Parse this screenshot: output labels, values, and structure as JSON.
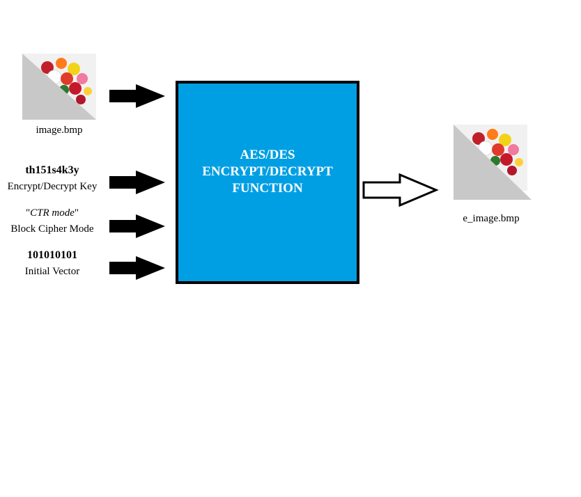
{
  "inputs": {
    "image": {
      "label": "image.bmp"
    },
    "key": {
      "value": "th151s4k3y",
      "label": "Encrypt/Decrypt Key"
    },
    "mode": {
      "value_quote_open": "\"",
      "value": "CTR mode",
      "value_quote_close": "\"",
      "label": "Block Cipher Mode"
    },
    "iv": {
      "value": "101010101",
      "label": "Initial Vector"
    }
  },
  "function_box": {
    "line1": "AES/DES",
    "line2": "ENCRYPT/DECRYPT",
    "line3": "FUNCTION",
    "color": "#009fe3"
  },
  "output": {
    "label": "e_image.bmp"
  },
  "icons": {
    "input_arrow": "filled-right-arrow-icon",
    "output_arrow": "outline-right-arrow-icon",
    "image_thumbnail": "roses-image-icon"
  }
}
